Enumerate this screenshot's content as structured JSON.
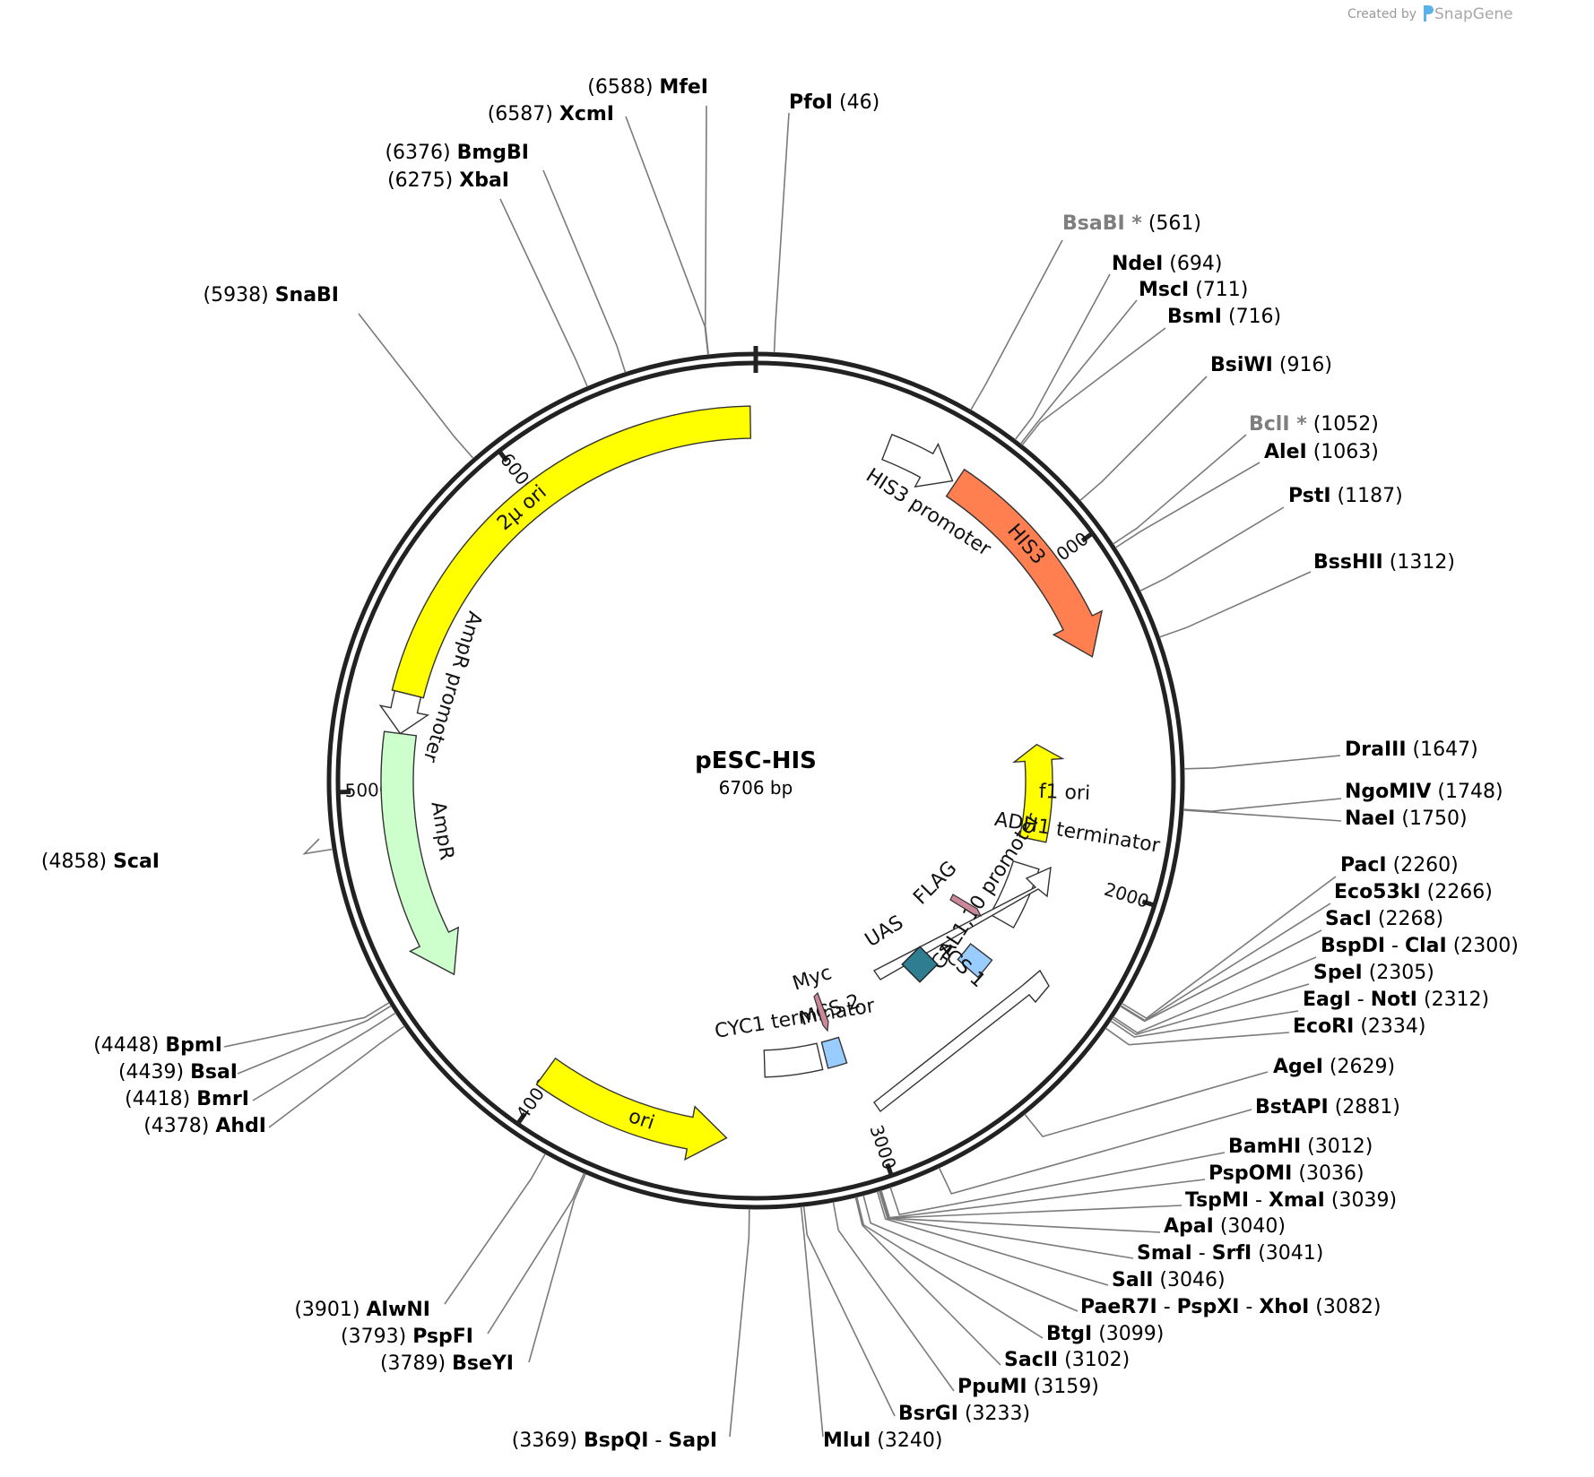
{
  "credit": {
    "prefix": "Created by",
    "brand": "SnapGene"
  },
  "plasmid": {
    "name": "pESC-HIS",
    "size": "6706 bp"
  },
  "ticks": [
    {
      "bp": 1000,
      "label": "1000"
    },
    {
      "bp": 2000,
      "label": "2000"
    },
    {
      "bp": 3000,
      "label": "3000"
    },
    {
      "bp": 4000,
      "label": "4000"
    },
    {
      "bp": 5000,
      "label": "5000"
    },
    {
      "bp": 6000,
      "label": "6000"
    }
  ],
  "features": [
    {
      "name": "2μ ori",
      "color": "#ffff00"
    },
    {
      "name": "HIS3",
      "color": "#ff7f50"
    },
    {
      "name": "HIS3 promoter",
      "color": "#ffffff"
    },
    {
      "name": "AmpR promoter",
      "color": "#ffffff"
    },
    {
      "name": "AmpR",
      "color": "#ccffcc"
    },
    {
      "name": "ori",
      "color": "#ffff00"
    },
    {
      "name": "f1 ori",
      "color": "#ffff00"
    },
    {
      "name": "ADH1 terminator",
      "color": "#ffffff"
    },
    {
      "name": "CYC1 terminator",
      "color": "#ffffff"
    },
    {
      "name": "GAL1,10 promoter",
      "color": "#ffffff"
    },
    {
      "name": "MCS 1",
      "color": "#99ccff"
    },
    {
      "name": "MCS 2",
      "color": "#99ccff"
    },
    {
      "name": "UAS",
      "color": "#2e7d91"
    },
    {
      "name": "FLAG",
      "color": "#cc8899"
    },
    {
      "name": "Myc",
      "color": "#cc8899"
    }
  ],
  "sites": [
    {
      "enzymes": [
        "MfeI"
      ],
      "pos": "(6588)"
    },
    {
      "enzymes": [
        "XcmI"
      ],
      "pos": "(6587)"
    },
    {
      "enzymes": [
        "PfoI"
      ],
      "pos": "(46)"
    },
    {
      "enzymes": [
        "BmgBI"
      ],
      "pos": "(6376)"
    },
    {
      "enzymes": [
        "XbaI"
      ],
      "pos": "(6275)"
    },
    {
      "enzymes": [
        "SnaBI"
      ],
      "pos": "(5938)"
    },
    {
      "enzymes": [
        "BsaBI *"
      ],
      "pos": "(561)",
      "gray": true
    },
    {
      "enzymes": [
        "NdeI"
      ],
      "pos": "(694)"
    },
    {
      "enzymes": [
        "MscI"
      ],
      "pos": "(711)"
    },
    {
      "enzymes": [
        "BsmI"
      ],
      "pos": "(716)"
    },
    {
      "enzymes": [
        "BsiWI"
      ],
      "pos": "(916)"
    },
    {
      "enzymes": [
        "BclI *"
      ],
      "pos": "(1052)",
      "gray": true
    },
    {
      "enzymes": [
        "AleI"
      ],
      "pos": "(1063)"
    },
    {
      "enzymes": [
        "PstI"
      ],
      "pos": "(1187)"
    },
    {
      "enzymes": [
        "BssHII"
      ],
      "pos": "(1312)"
    },
    {
      "enzymes": [
        "DraIII"
      ],
      "pos": "(1647)"
    },
    {
      "enzymes": [
        "NgoMIV"
      ],
      "pos": "(1748)"
    },
    {
      "enzymes": [
        "NaeI"
      ],
      "pos": "(1750)"
    },
    {
      "enzymes": [
        "ScaI"
      ],
      "pos": "(4858)"
    },
    {
      "enzymes": [
        "PacI"
      ],
      "pos": "(2260)"
    },
    {
      "enzymes": [
        "Eco53kI"
      ],
      "pos": "(2266)"
    },
    {
      "enzymes": [
        "SacI"
      ],
      "pos": "(2268)"
    },
    {
      "enzymes": [
        "BspDI",
        "ClaI"
      ],
      "pos": "(2300)"
    },
    {
      "enzymes": [
        "SpeI"
      ],
      "pos": "(2305)"
    },
    {
      "enzymes": [
        "EagI",
        "NotI"
      ],
      "pos": "(2312)"
    },
    {
      "enzymes": [
        "EcoRI"
      ],
      "pos": "(2334)"
    },
    {
      "enzymes": [
        "AgeI"
      ],
      "pos": "(2629)"
    },
    {
      "enzymes": [
        "BstAPI"
      ],
      "pos": "(2881)"
    },
    {
      "enzymes": [
        "BamHI"
      ],
      "pos": "(3012)"
    },
    {
      "enzymes": [
        "PspOMI"
      ],
      "pos": "(3036)"
    },
    {
      "enzymes": [
        "TspMI",
        "XmaI"
      ],
      "pos": "(3039)"
    },
    {
      "enzymes": [
        "ApaI"
      ],
      "pos": "(3040)"
    },
    {
      "enzymes": [
        "SmaI",
        "SrfI"
      ],
      "pos": "(3041)"
    },
    {
      "enzymes": [
        "SalI"
      ],
      "pos": "(3046)"
    },
    {
      "enzymes": [
        "PaeR7I",
        "PspXI",
        "XhoI"
      ],
      "pos": "(3082)"
    },
    {
      "enzymes": [
        "BtgI"
      ],
      "pos": "(3099)"
    },
    {
      "enzymes": [
        "SacII"
      ],
      "pos": "(3102)"
    },
    {
      "enzymes": [
        "PpuMI"
      ],
      "pos": "(3159)"
    },
    {
      "enzymes": [
        "BsrGI"
      ],
      "pos": "(3233)"
    },
    {
      "enzymes": [
        "MluI"
      ],
      "pos": "(3240)"
    },
    {
      "enzymes": [
        "BspQI",
        "SapI"
      ],
      "pos": "(3369)"
    },
    {
      "enzymes": [
        "BpmI"
      ],
      "pos": "(4448)"
    },
    {
      "enzymes": [
        "BsaI"
      ],
      "pos": "(4439)"
    },
    {
      "enzymes": [
        "BmrI"
      ],
      "pos": "(4418)"
    },
    {
      "enzymes": [
        "AhdI"
      ],
      "pos": "(4378)"
    },
    {
      "enzymes": [
        "AlwNI"
      ],
      "pos": "(3901)"
    },
    {
      "enzymes": [
        "PspFI"
      ],
      "pos": "(3793)"
    },
    {
      "enzymes": [
        "BseYI"
      ],
      "pos": "(3789)"
    }
  ]
}
